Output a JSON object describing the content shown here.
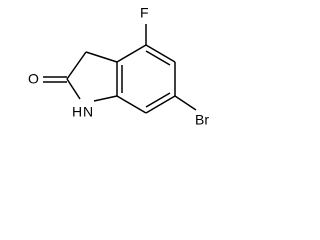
{
  "molecule": {
    "atoms": {
      "fluorine": "F",
      "bromine": "Br",
      "oxygen": "O",
      "nitrogen": "N",
      "hydrogen_on_n": "H"
    }
  },
  "colors": {
    "background": "#ffffff",
    "ink": "#000000"
  }
}
